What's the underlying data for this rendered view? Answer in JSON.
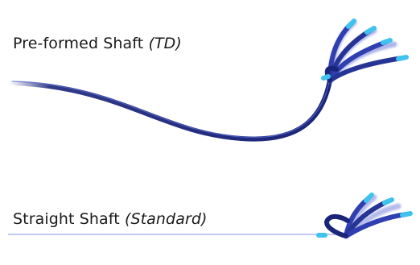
{
  "variants": [
    {
      "id": "preformed",
      "name": "Pre-formed Shaft",
      "qualifier": "(TD)",
      "shape": "curved"
    },
    {
      "id": "straight",
      "name": "Straight Shaft",
      "qualifier": "(Standard)",
      "shape": "straight"
    }
  ],
  "colors": {
    "shaft_dark": "#1a2478",
    "shaft_mid": "#2f3fb0",
    "shaft_light": "#5a6fd6",
    "tip_cyan": "#3fc3ee",
    "text": "#1a1a1a"
  }
}
